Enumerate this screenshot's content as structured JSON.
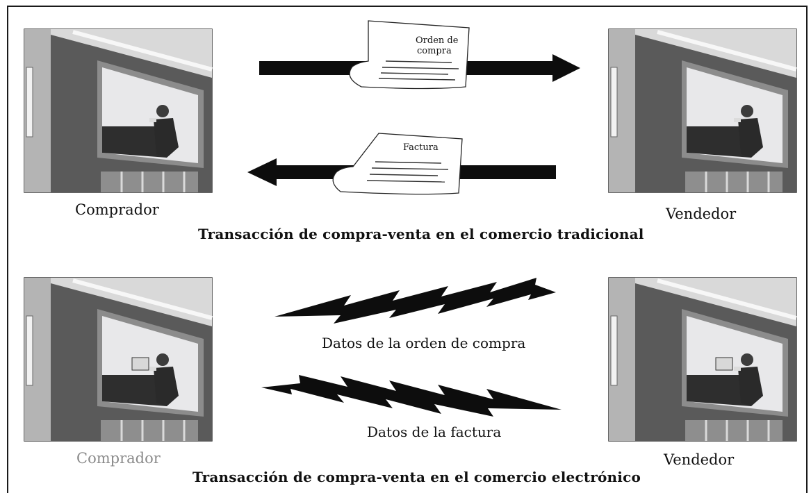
{
  "traditional": {
    "buyer_label": "Comprador",
    "seller_label": "Vendedor",
    "order_doc": [
      "Orden de",
      "compra"
    ],
    "invoice_doc": "Factura",
    "caption": "Transacción de compra-venta en el comercio tradicional"
  },
  "electronic": {
    "buyer_label": "Comprador",
    "seller_label": "Vendedor",
    "order_data_label": "Datos de la orden de compra",
    "invoice_data_label": "Datos de la factura",
    "caption": "Transacción de compra-venta en el comercio electrónico"
  },
  "colors": {
    "ink": "#111111",
    "building_dark": "#5b5b5b",
    "building_light": "#bdbdbd",
    "window_glass": "#e9e9ea",
    "muted_label": "#8a8a8a"
  }
}
